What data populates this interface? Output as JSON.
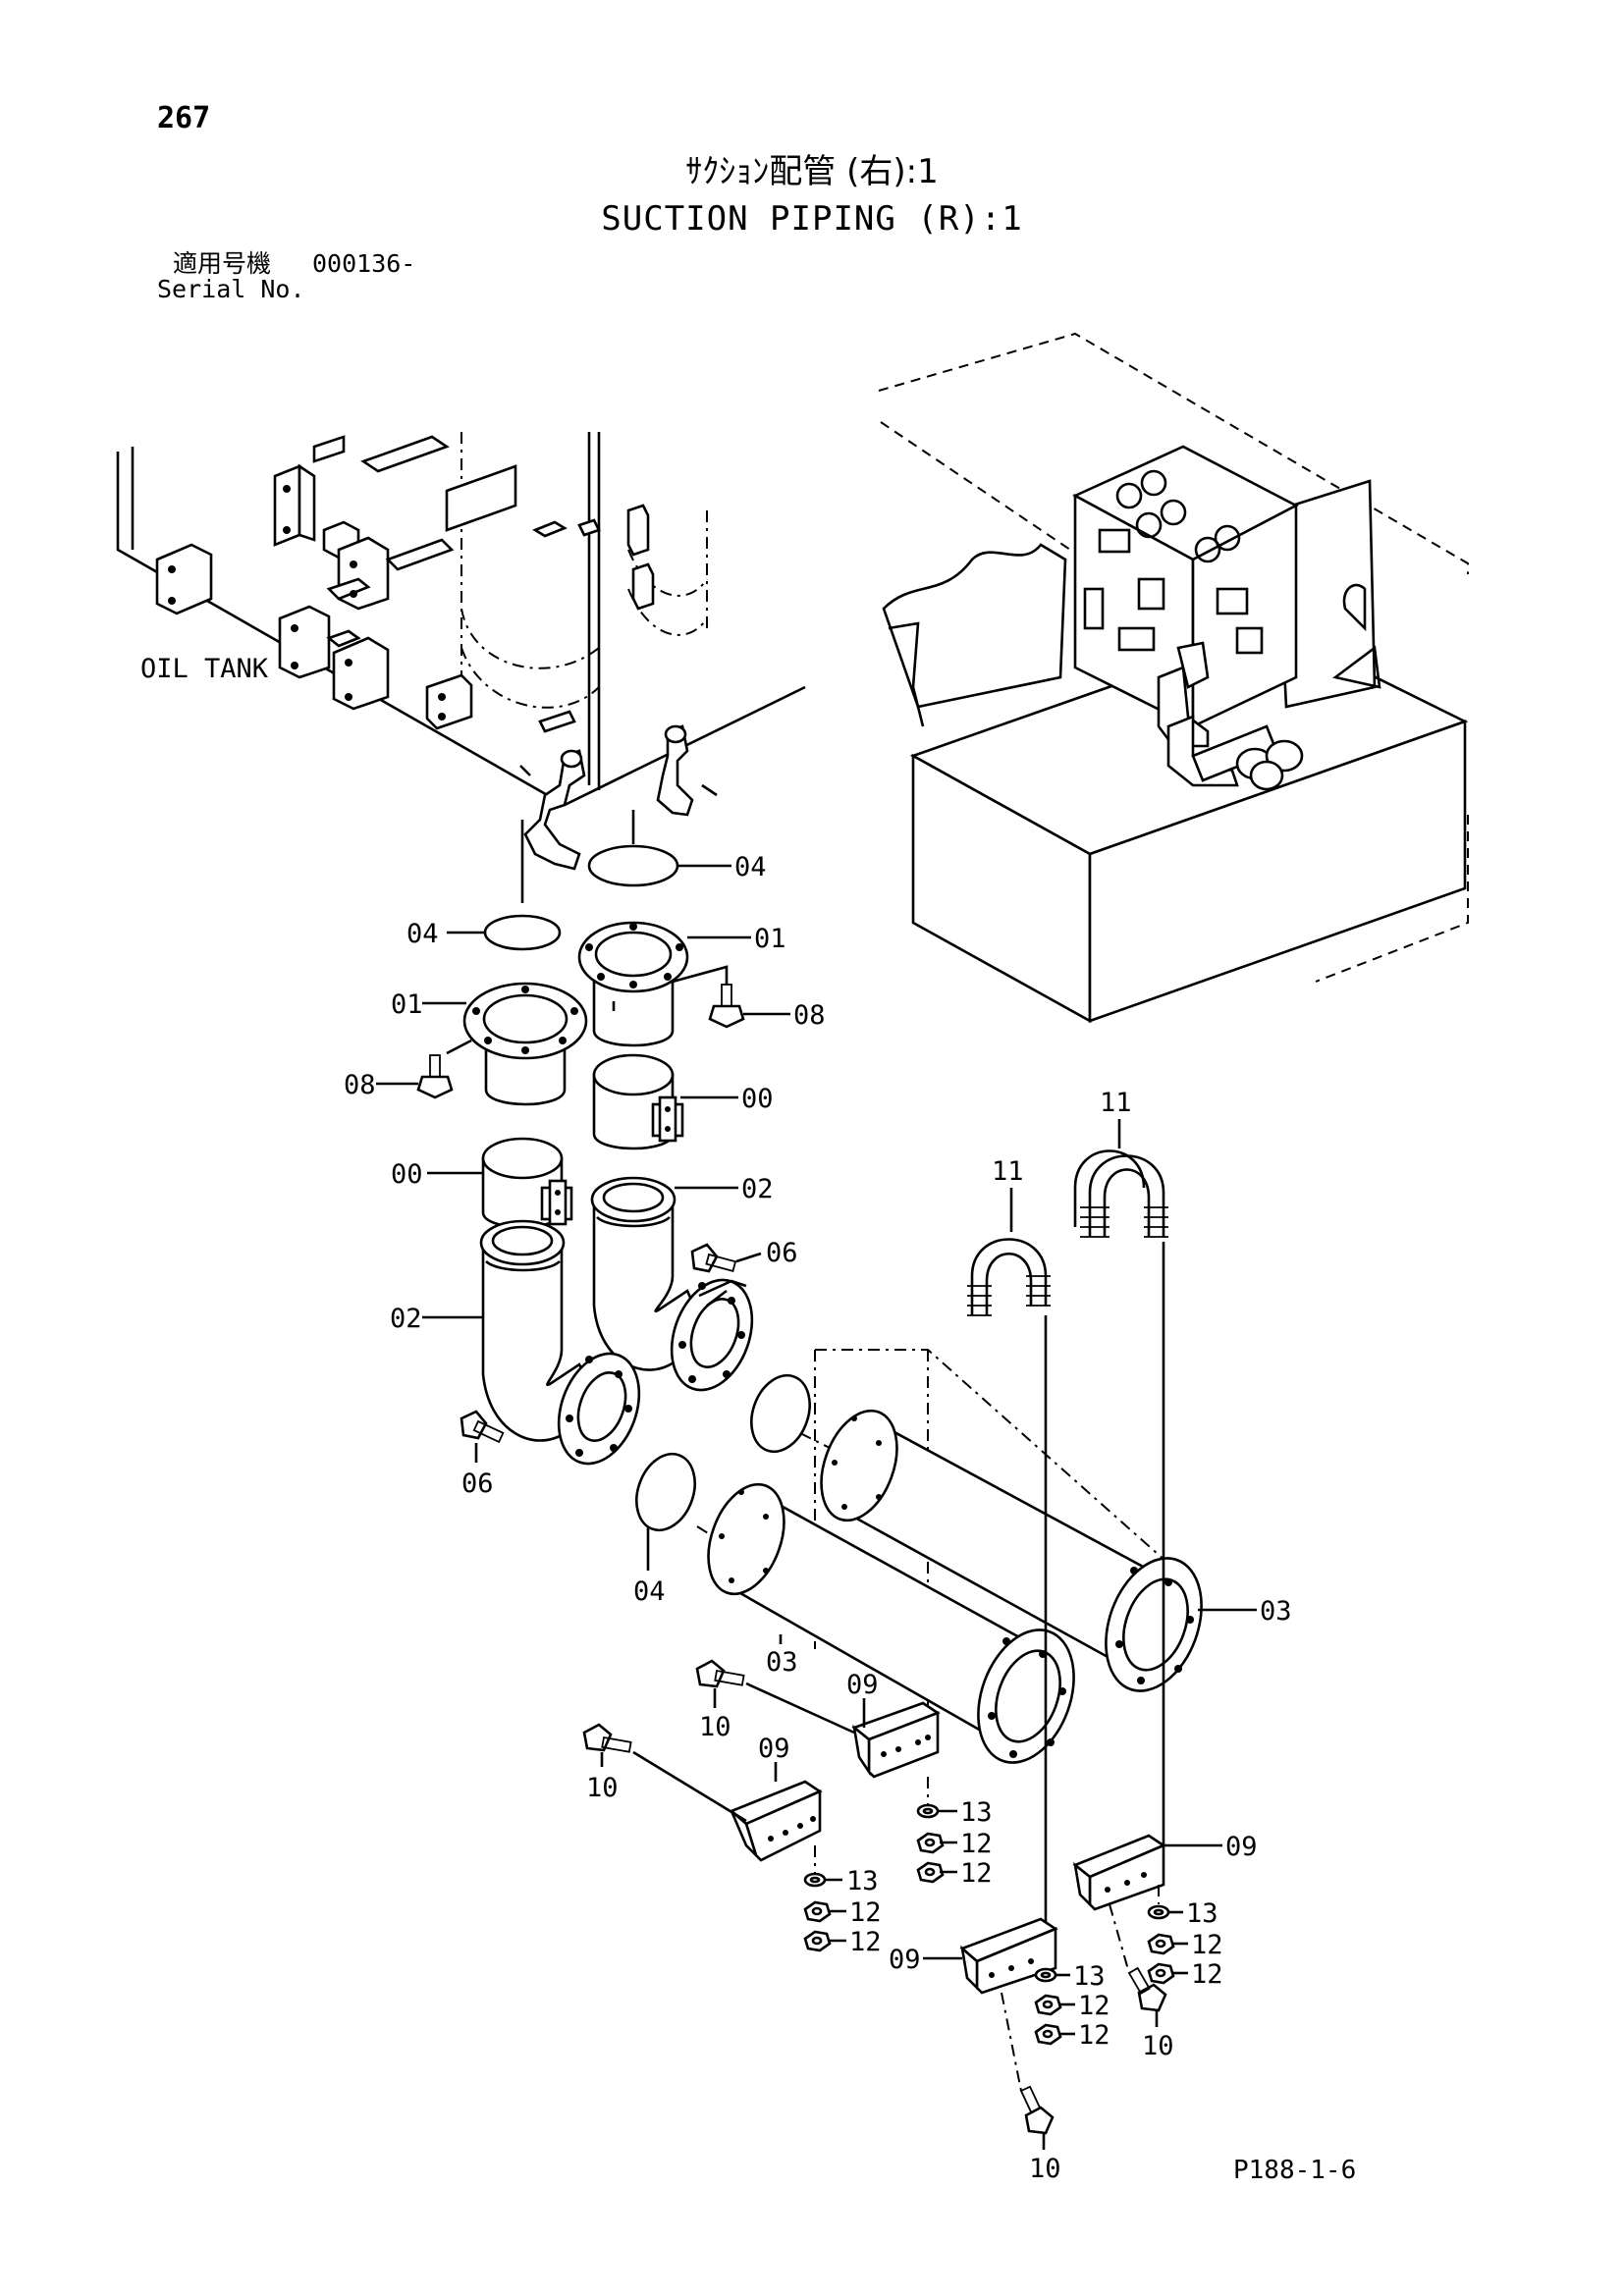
{
  "header": {
    "page_number": "267",
    "title_jp": "ｻｸｼｮﾝ配管 (右):1",
    "title_en": "SUCTION PIPING (R):1",
    "serial_label_jp": "適用号機",
    "serial_value": "000136-",
    "serial_label_en": "Serial No."
  },
  "diagram": {
    "tank_label": "OIL TANK",
    "callouts": [
      {
        "id": "c1",
        "text": "04"
      },
      {
        "id": "c2",
        "text": "04"
      },
      {
        "id": "c3",
        "text": "01"
      },
      {
        "id": "c4",
        "text": "01"
      },
      {
        "id": "c5",
        "text": "08"
      },
      {
        "id": "c6",
        "text": "08"
      },
      {
        "id": "c7",
        "text": "00"
      },
      {
        "id": "c8",
        "text": "00"
      },
      {
        "id": "c9",
        "text": "02"
      },
      {
        "id": "c10",
        "text": "02"
      },
      {
        "id": "c11",
        "text": "06"
      },
      {
        "id": "c12",
        "text": "06"
      },
      {
        "id": "c13",
        "text": "04"
      },
      {
        "id": "c14",
        "text": "11"
      },
      {
        "id": "c15",
        "text": "11"
      },
      {
        "id": "c16",
        "text": "03"
      },
      {
        "id": "c17",
        "text": "03"
      },
      {
        "id": "c18",
        "text": "09"
      },
      {
        "id": "c19",
        "text": "09"
      },
      {
        "id": "c20",
        "text": "09"
      },
      {
        "id": "c21",
        "text": "09"
      },
      {
        "id": "c22",
        "text": "10"
      },
      {
        "id": "c23",
        "text": "10"
      },
      {
        "id": "c24",
        "text": "10"
      },
      {
        "id": "c25",
        "text": "10"
      },
      {
        "id": "c26",
        "text": "13"
      },
      {
        "id": "c27",
        "text": "12"
      },
      {
        "id": "c28",
        "text": "12"
      },
      {
        "id": "c29",
        "text": "13"
      },
      {
        "id": "c30",
        "text": "12"
      },
      {
        "id": "c31",
        "text": "12"
      },
      {
        "id": "c32",
        "text": "13"
      },
      {
        "id": "c33",
        "text": "12"
      },
      {
        "id": "c34",
        "text": "12"
      },
      {
        "id": "c35",
        "text": "13"
      },
      {
        "id": "c36",
        "text": "12"
      },
      {
        "id": "c37",
        "text": "12"
      }
    ]
  },
  "footer": {
    "page_ref": "P188-1-6"
  }
}
